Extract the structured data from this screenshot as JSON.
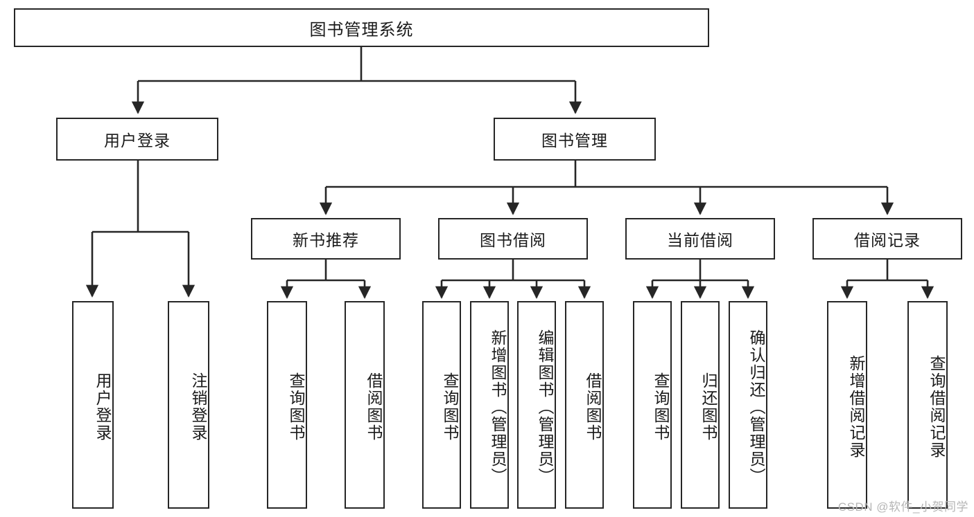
{
  "diagram": {
    "type": "tree",
    "title": "图书管理系统",
    "root": {
      "label": "图书管理系统"
    },
    "level2": [
      {
        "label": "用户登录"
      },
      {
        "label": "图书管理"
      }
    ],
    "level3": [
      {
        "label": "新书推荐"
      },
      {
        "label": "图书借阅"
      },
      {
        "label": "当前借阅"
      },
      {
        "label": "借阅记录"
      }
    ],
    "leaves": {
      "user_login": [
        {
          "label": "用户登录"
        },
        {
          "label": "注销登录"
        }
      ],
      "new_book_recommend": [
        {
          "label": "查询图书"
        },
        {
          "label": "借阅图书"
        }
      ],
      "book_borrow": [
        {
          "label": "查询图书"
        },
        {
          "label": "新增图书（管理员）"
        },
        {
          "label": "编辑图书（管理员）"
        },
        {
          "label": "借阅图书"
        }
      ],
      "current_borrow": [
        {
          "label": "查询图书"
        },
        {
          "label": "归还图书"
        },
        {
          "label": "确认归还（管理员）"
        }
      ],
      "borrow_record": [
        {
          "label": "新增借阅记录"
        },
        {
          "label": "查询借阅记录"
        }
      ]
    }
  },
  "watermark": {
    "text": "CSDN @软件_小贺同学"
  },
  "colors": {
    "box_border": "#262626",
    "box_fill": "#ffffff",
    "line": "#262626",
    "text": "#1a1a1a",
    "watermark": "#b6b6b6"
  }
}
